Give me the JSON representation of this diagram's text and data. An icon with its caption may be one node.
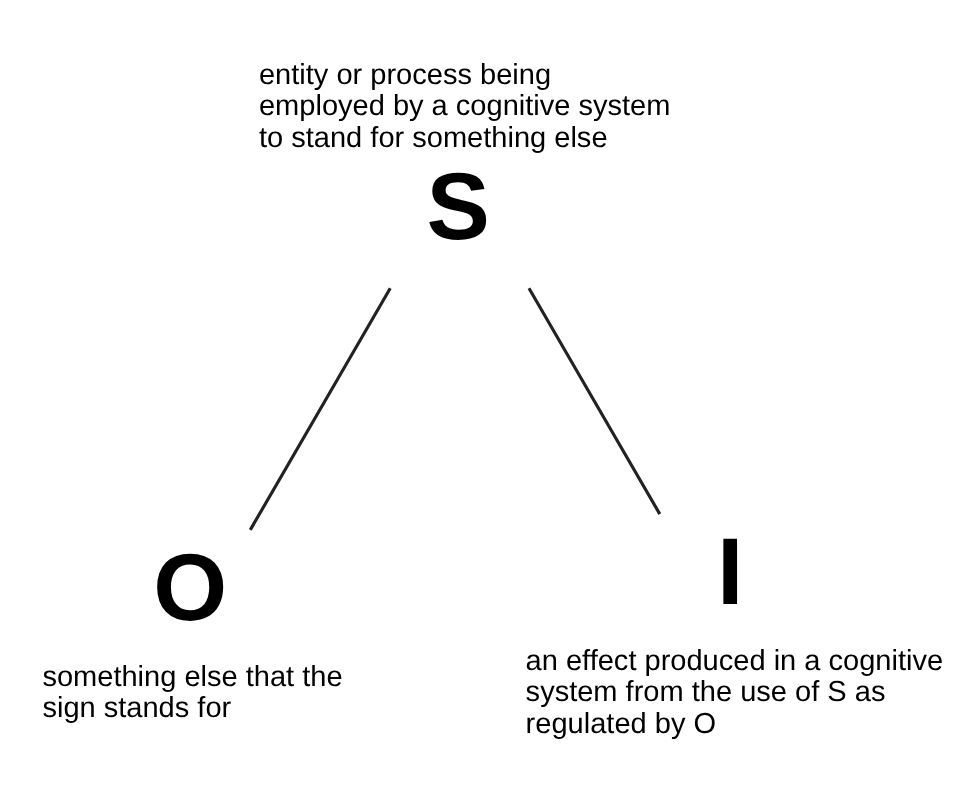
{
  "diagram": {
    "nodes": [
      {
        "text": [
          "S"
        ],
        "beside": [
          "entity or process being employed by a cognitive system to stand for something else"
        ]
      },
      {
        "text": [
          "O"
        ],
        "beside": [
          "something else that the sign stands for"
        ]
      },
      {
        "text": [
          "I"
        ],
        "beside": [
          "an effect produced in a cognitive system from the use of S as regulated by O"
        ]
      }
    ],
    "edges": [
      {
        "from": 0,
        "to": 1,
        "arrow": "none"
      },
      {
        "from": 0,
        "to": 2,
        "arrow": "none"
      }
    ]
  }
}
